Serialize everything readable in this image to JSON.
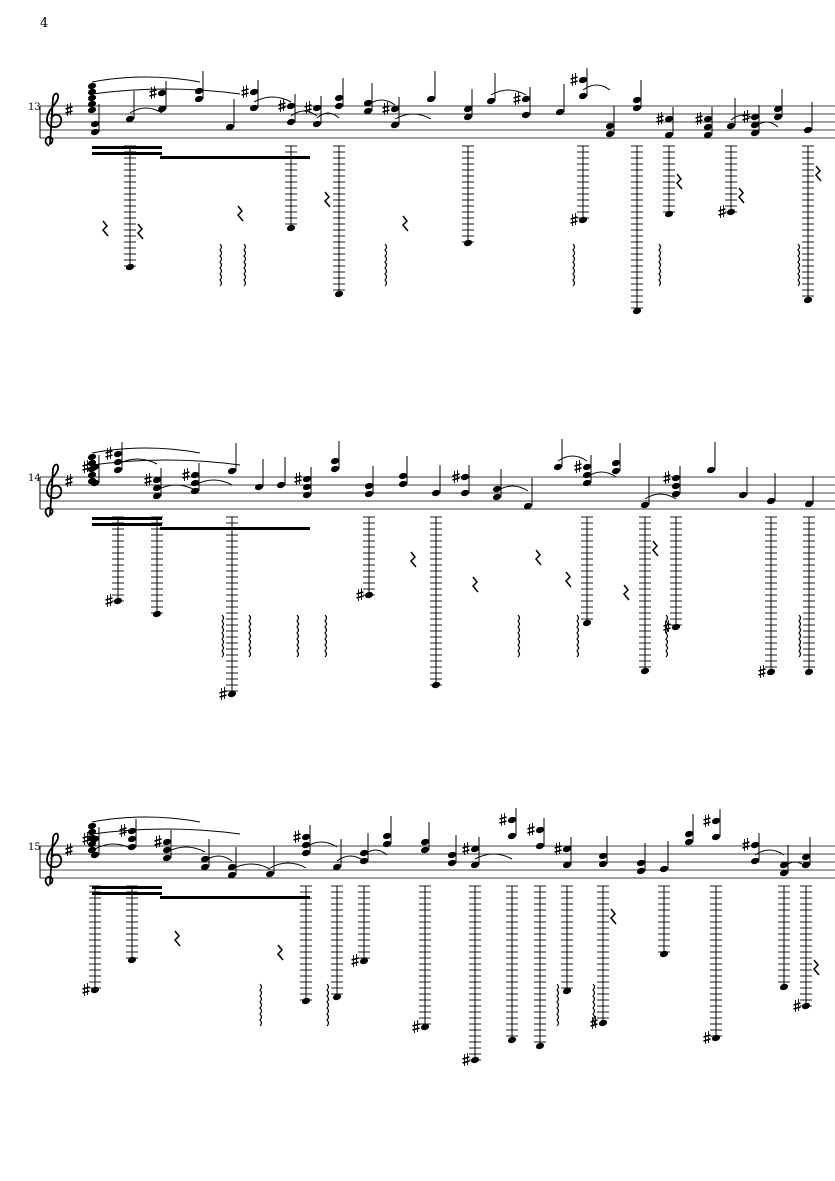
{
  "page": {
    "number": "4"
  },
  "systems": [
    {
      "measure_number": "13"
    },
    {
      "measure_number": "14"
    },
    {
      "measure_number": "15"
    }
  ],
  "colors": {
    "ink": "#000000",
    "paper": "#ffffff"
  },
  "icons": [
    "treble-clef-icon",
    "sharp-icon",
    "natural-icon",
    "rest-icon",
    "tie-icon",
    "beam-icon",
    "arpeggio-icon"
  ]
}
